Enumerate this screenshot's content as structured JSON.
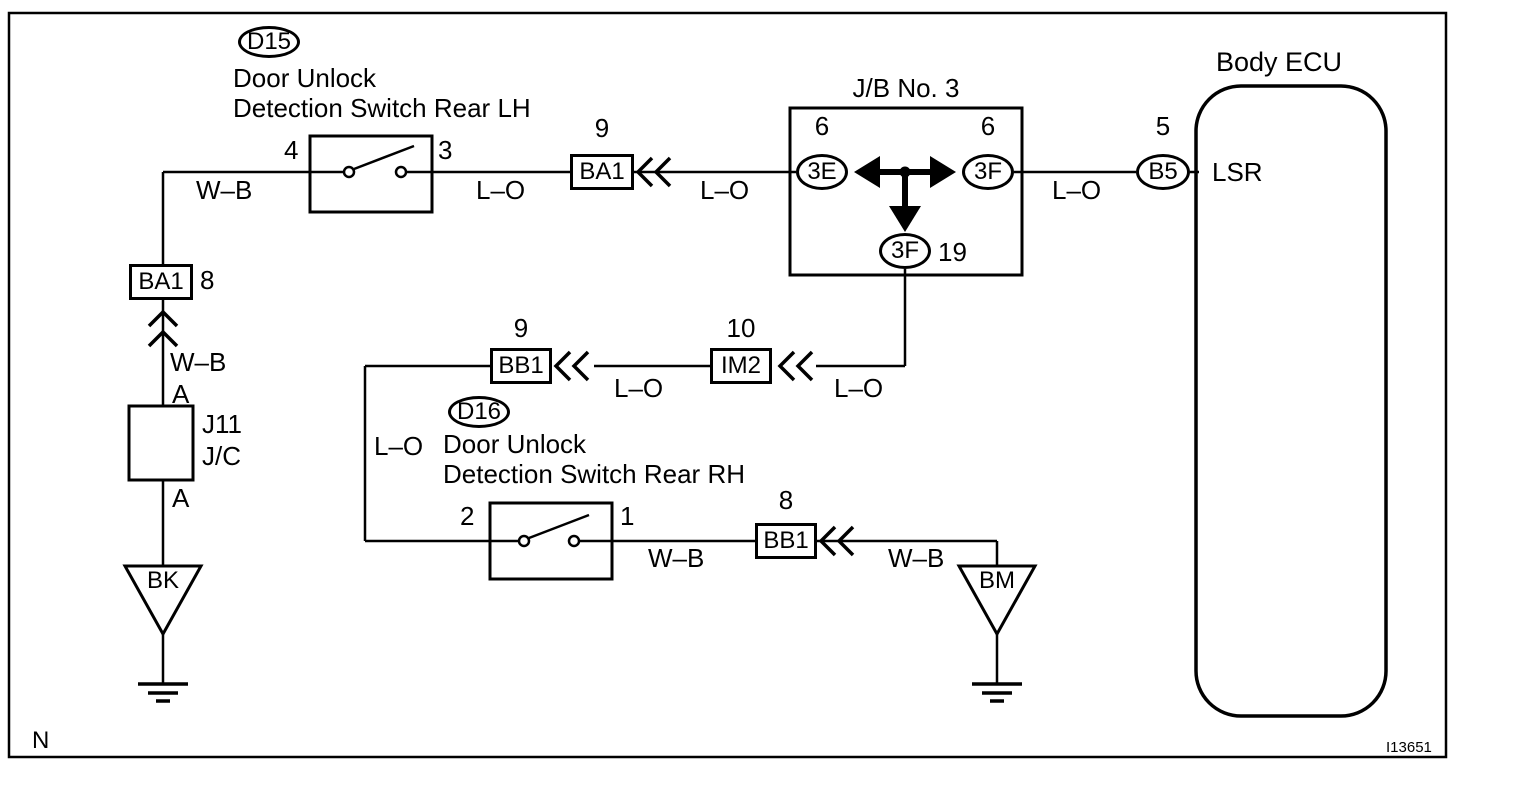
{
  "note": "N",
  "figure_id": "I13651",
  "wire_labels": {
    "wb": "W–B",
    "lo": "L–O"
  },
  "switch_lh": {
    "ref": "D15",
    "name_line1": "Door Unlock",
    "name_line2": "Detection Switch Rear LH",
    "pin_left": "4",
    "pin_right": "3"
  },
  "switch_rh": {
    "ref": "D16",
    "name_line1": "Door Unlock",
    "name_line2": "Detection Switch Rear RH",
    "pin_left": "2",
    "pin_right": "1"
  },
  "junction_block": {
    "title": "J/B No. 3",
    "left_conn": "3E",
    "left_pin": "6",
    "right_conn": "3F",
    "right_pin": "6",
    "bottom_conn": "3F",
    "bottom_pin": "19"
  },
  "body_ecu": {
    "title": "Body ECU",
    "terminal": "LSR",
    "connector": "B5",
    "pin": "5"
  },
  "connectors": {
    "ba1_top": {
      "label": "BA1",
      "pin": "9"
    },
    "ba1_left": {
      "label": "BA1",
      "pin": "8"
    },
    "bb1_mid": {
      "label": "BB1",
      "pin": "9"
    },
    "im2": {
      "label": "IM2",
      "pin": "10"
    },
    "bb1_right": {
      "label": "BB1",
      "pin": "8"
    }
  },
  "junction_connector": {
    "label_line1": "J11",
    "label_line2": "J/C",
    "pin_top": "A",
    "pin_bottom": "A"
  },
  "grounds": {
    "bk": "BK",
    "bm": "BM"
  }
}
